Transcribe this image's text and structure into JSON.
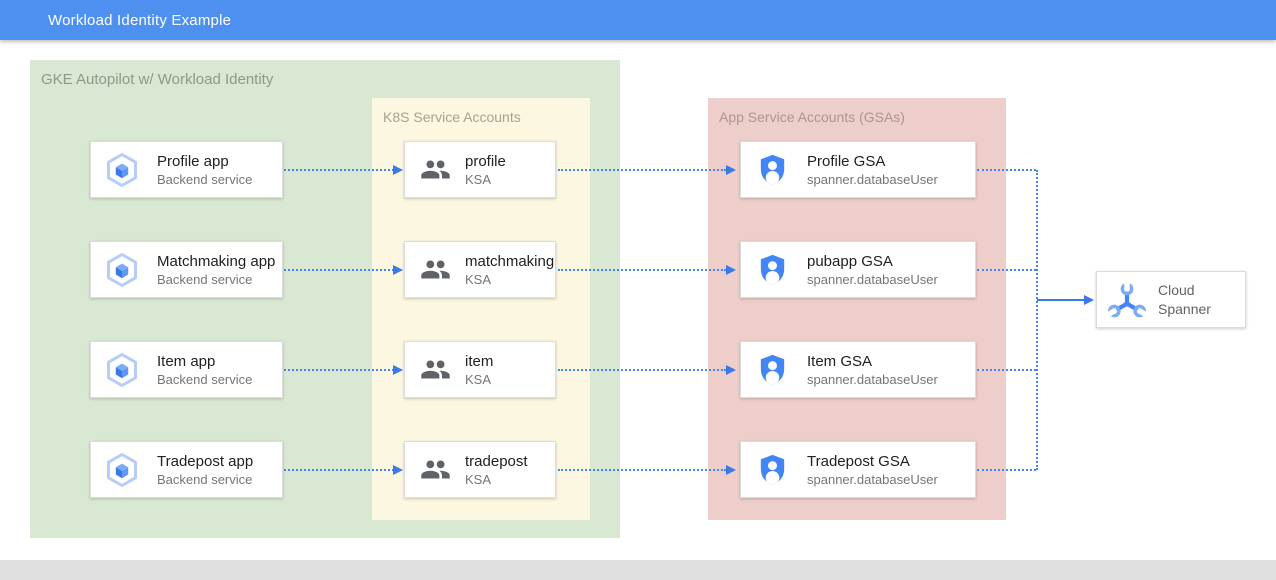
{
  "header": {
    "title": "Workload Identity Example"
  },
  "groups": {
    "gke": {
      "label": "GKE Autopilot w/ Workload Identity",
      "apps": [
        {
          "title": "Profile app",
          "subtitle": "Backend service",
          "icon": "gke-hexagon-icon"
        },
        {
          "title": "Matchmaking app",
          "subtitle": "Backend service",
          "icon": "gke-hexagon-icon"
        },
        {
          "title": "Item app",
          "subtitle": "Backend service",
          "icon": "gke-hexagon-icon"
        },
        {
          "title": "Tradepost app",
          "subtitle": "Backend service",
          "icon": "gke-hexagon-icon"
        }
      ]
    },
    "ksa": {
      "label": "K8S Service Accounts",
      "accounts": [
        {
          "title": "profile",
          "subtitle": "KSA",
          "icon": "people-icon"
        },
        {
          "title": "matchmaking",
          "subtitle": "KSA",
          "icon": "people-icon"
        },
        {
          "title": "item",
          "subtitle": "KSA",
          "icon": "people-icon"
        },
        {
          "title": "tradepost",
          "subtitle": "KSA",
          "icon": "people-icon"
        }
      ]
    },
    "gsa": {
      "label": "App Service Accounts (GSAs)",
      "accounts": [
        {
          "title": "Profile GSA",
          "subtitle": "spanner.databaseUser",
          "icon": "shield-user-icon"
        },
        {
          "title": "pubapp GSA",
          "subtitle": "spanner.databaseUser",
          "icon": "shield-user-icon"
        },
        {
          "title": "Item GSA",
          "subtitle": "spanner.databaseUser",
          "icon": "shield-user-icon"
        },
        {
          "title": "Tradepost GSA",
          "subtitle": "spanner.databaseUser",
          "icon": "shield-user-icon"
        }
      ]
    }
  },
  "spanner": {
    "title": "Cloud Spanner",
    "icon": "spanner-wrench-icon"
  },
  "colors": {
    "header_bg": "#4d90f0",
    "gke_group_bg": "#d9e8d2",
    "ksa_group_bg": "#fbf7e0",
    "gsa_group_bg": "#edcecb",
    "dotted_line_blue": "#4285f4",
    "solid_arrow_blue": "#3b78e8",
    "footer_bg": "#e0e0e0"
  }
}
